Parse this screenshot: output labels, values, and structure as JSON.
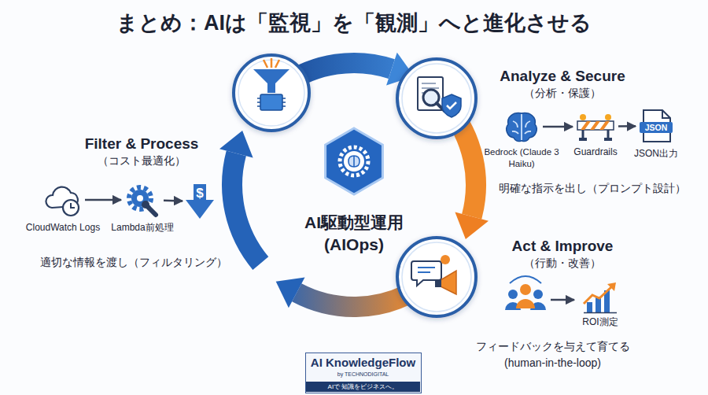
{
  "diagram": {
    "title": "まとめ：AIは「監視」を「観測」へと進化させる",
    "nodes": [
      {
        "text": [
          "AI駆動型運用 (AIOps)"
        ]
      },
      {
        "text": [
          "CloudWatch Logs"
        ]
      },
      {
        "text": [
          "Lambda前処理"
        ]
      },
      {
        "text": [
          "$"
        ]
      },
      {
        "text": [
          "Bedrock (Claude 3 Haiku)"
        ]
      },
      {
        "text": [
          "Guardrails"
        ]
      },
      {
        "text": [
          "JSON",
          "JSON出力"
        ]
      },
      {
        "text": [
          "ROI測定"
        ]
      },
      {
        "text": [
          "AI KnowledgeFlow",
          "by TECHNODIGITAL",
          "AIで 知識をビジネスへ。"
        ]
      }
    ],
    "edges": [
      {
        "from": 1,
        "to": 2,
        "arrow": "to"
      },
      {
        "from": 2,
        "to": 3,
        "arrow": "to"
      },
      {
        "from": 4,
        "to": 5,
        "arrow": "to"
      },
      {
        "from": 5,
        "to": 6,
        "arrow": "to"
      }
    ],
    "labels": [
      "Filter & Process",
      "（コスト最適化）",
      "適切な情報を渡し（フィルタリング）",
      "Analyze & Secure",
      "（分析・保護）",
      "明確な指示を出し（プロンプト設計）",
      "Act & Improve",
      "（行動・改善）",
      "フィードバックを与えて育てる (human-in-the-loop)"
    ]
  }
}
